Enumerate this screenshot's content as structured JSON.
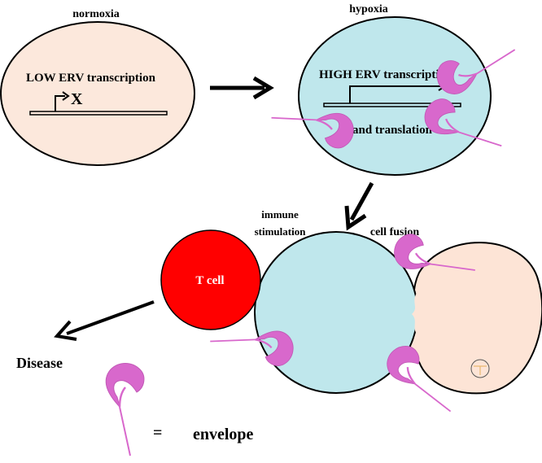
{
  "labels": {
    "normoxia": "normoxia",
    "hypoxia": "hypoxia",
    "low_erv": "LOW ERV transcription",
    "high_erv": "HIGH ERV transcription",
    "translation": "and translation",
    "immune_line1": "immune",
    "immune_line2": "stimulation",
    "cell_fusion": "cell fusion",
    "t_cell": "T cell",
    "disease": "Disease",
    "equals": "=",
    "envelope": "envelope",
    "block_mark": "X"
  },
  "colors": {
    "normoxia_cell": "#fce8dc",
    "hypoxia_cell": "#bfe7ec",
    "t_cell": "#ff0000",
    "envelope": "#d868cc",
    "fused_cell_right": "#fde4d6",
    "outline": "#000000"
  },
  "icons": {
    "envelope": "envelope-protein-icon",
    "arrow": "arrow-icon",
    "promoter": "promoter-arrow-icon"
  }
}
